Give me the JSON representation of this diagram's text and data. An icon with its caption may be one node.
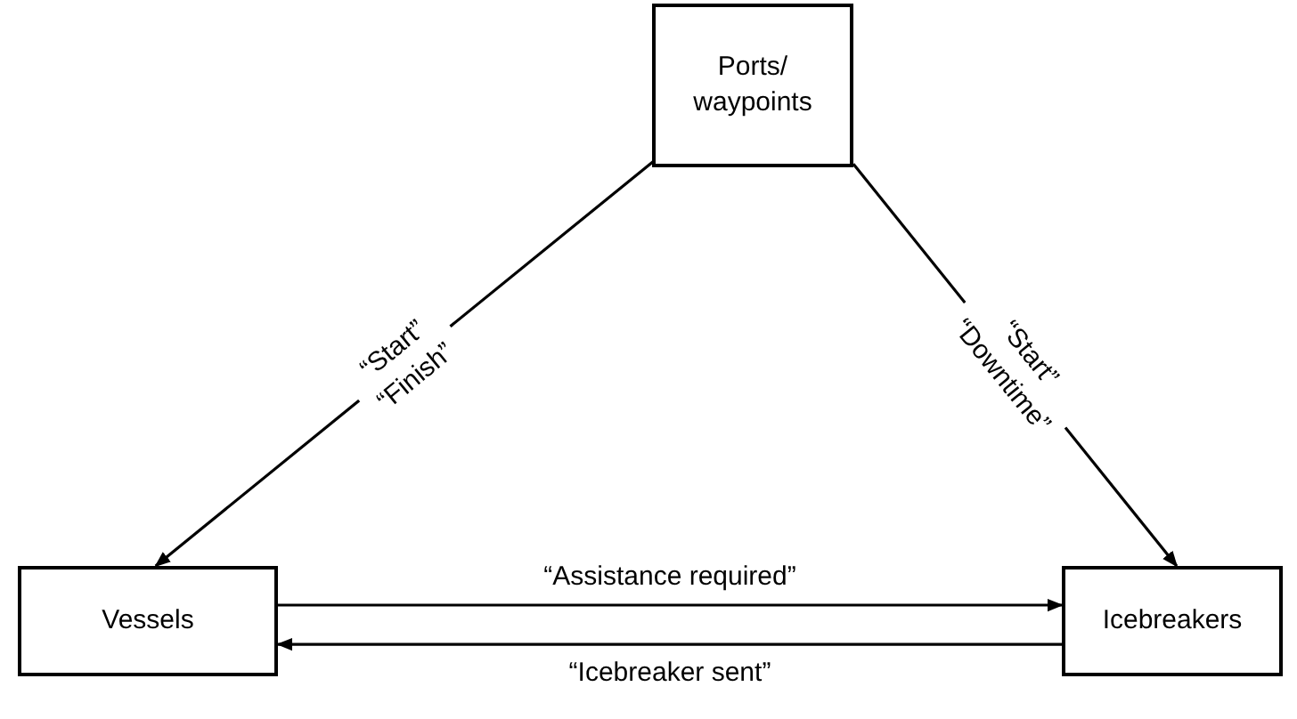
{
  "diagram": {
    "nodes": [
      {
        "text": [
          "Ports/ waypoints"
        ]
      },
      {
        "text": [
          "Vessels"
        ]
      },
      {
        "text": [
          "Icebreakers"
        ]
      }
    ],
    "edges": [
      {
        "from": 0,
        "to": 1,
        "arrow": "to",
        "label": "“Start” “Finish”"
      },
      {
        "from": 0,
        "to": 2,
        "arrow": "to",
        "label": "“Start” “Downtime”"
      },
      {
        "from": 1,
        "to": 2,
        "arrow": "to",
        "label": "“Assistance required”"
      },
      {
        "from": 2,
        "to": 1,
        "arrow": "to",
        "label": "“Icebreaker sent”"
      }
    ]
  }
}
